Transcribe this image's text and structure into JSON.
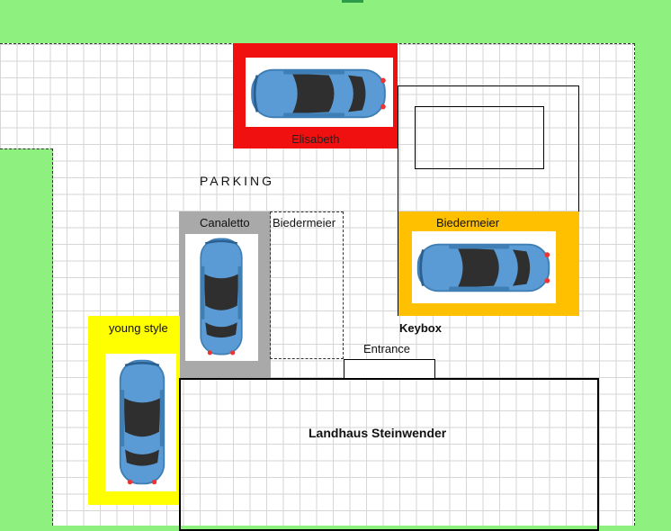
{
  "colors": {
    "background": "#8ef07f",
    "elisabeth": "#f01010",
    "canaletto": "#a9a9a9",
    "biedermeier": "#ffc000",
    "young_style": "#ffff00",
    "car_body": "#5b9bd5",
    "car_glass": "#3a3a3a"
  },
  "labels": {
    "parking": "PARKING",
    "elisabeth": "Elisabeth",
    "canaletto": "Canaletto",
    "biedermeier_outline": "Biedermeier",
    "biedermeier": "Biedermeier",
    "young_style": "young style",
    "keybox": "Keybox",
    "entrance": "Entrance",
    "house": "Landhaus Steinwender"
  },
  "icons": [
    "car-icon"
  ]
}
